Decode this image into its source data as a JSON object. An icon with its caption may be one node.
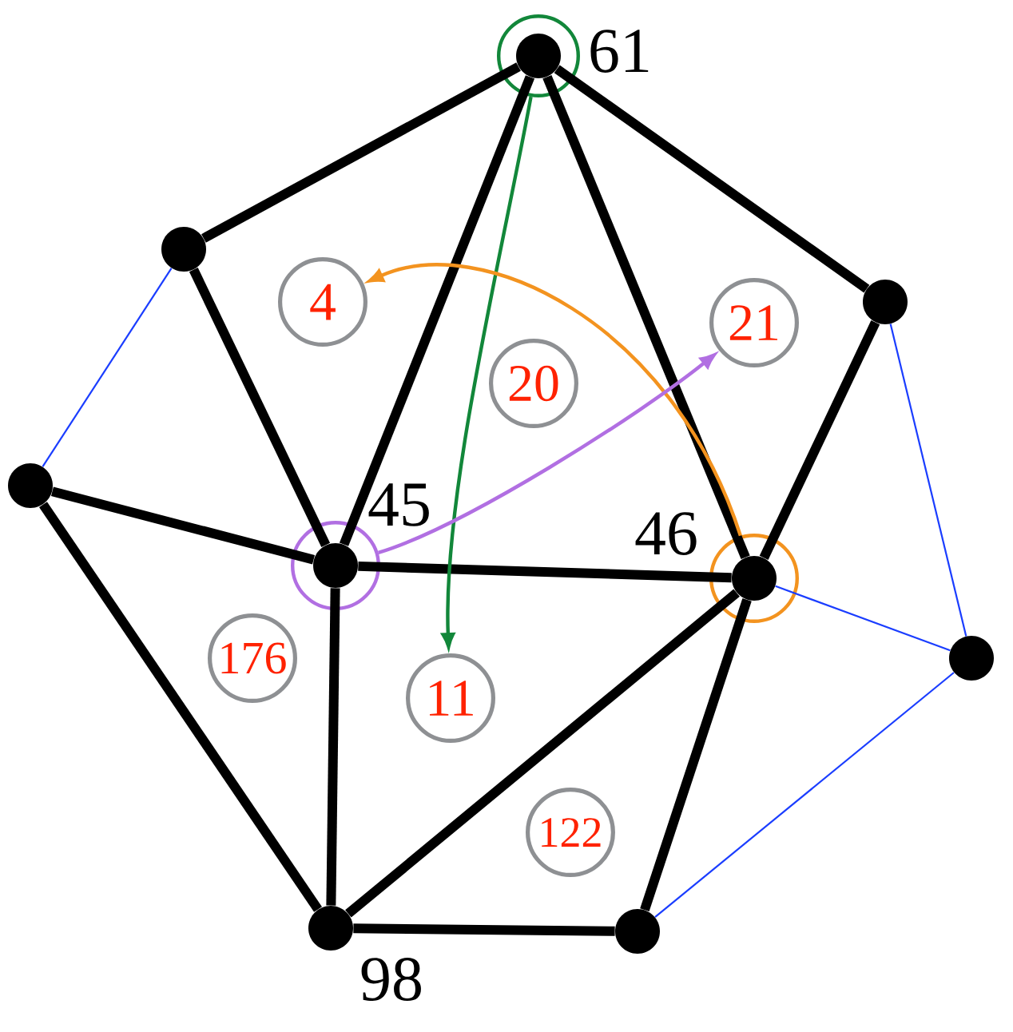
{
  "diagram": {
    "nodes": [
      {
        "text": [],
        "shape": "circle"
      },
      {
        "text": [],
        "shape": "circle",
        "in": 0,
        "beside": [
          "61"
        ]
      },
      {
        "text": [],
        "shape": "circle"
      },
      {
        "text": [
          "4"
        ]
      },
      {
        "text": [],
        "shape": "circle"
      },
      {
        "text": [
          "21"
        ]
      },
      {
        "text": [
          "20"
        ]
      },
      {
        "text": [],
        "shape": "circle"
      },
      {
        "text": [],
        "shape": "circle"
      },
      {
        "text": [],
        "shape": "circle",
        "in": 8,
        "beside": [
          "45"
        ]
      },
      {
        "text": [],
        "shape": "circle"
      },
      {
        "text": [],
        "shape": "circle",
        "in": 10,
        "beside": [
          "46"
        ]
      },
      {
        "text": [],
        "shape": "circle"
      },
      {
        "text": [
          "176"
        ]
      },
      {
        "text": [
          "11"
        ]
      },
      {
        "text": [
          "122"
        ]
      },
      {
        "text": [],
        "shape": "circle",
        "beside": [
          "98"
        ]
      },
      {
        "text": [],
        "shape": "circle"
      }
    ],
    "edges": [
      {
        "from": 1,
        "to": 2,
        "arrow": "none"
      },
      {
        "from": 1,
        "to": 9,
        "arrow": "none"
      },
      {
        "from": 1,
        "to": 11,
        "arrow": "none"
      },
      {
        "from": 1,
        "to": 4,
        "arrow": "none"
      },
      {
        "from": 2,
        "to": 9,
        "arrow": "none"
      },
      {
        "from": 7,
        "to": 9,
        "arrow": "none"
      },
      {
        "from": 7,
        "to": 16,
        "arrow": "none"
      },
      {
        "from": 9,
        "to": 11,
        "arrow": "none"
      },
      {
        "from": 9,
        "to": 16,
        "arrow": "none"
      },
      {
        "from": 4,
        "to": 11,
        "arrow": "none"
      },
      {
        "from": 11,
        "to": 16,
        "arrow": "none"
      },
      {
        "from": 11,
        "to": 17,
        "arrow": "none"
      },
      {
        "from": 16,
        "to": 17,
        "arrow": "none"
      },
      {
        "from": 2,
        "to": 7,
        "arrow": "none",
        "color": "#1a3dff"
      },
      {
        "from": 4,
        "to": 12,
        "arrow": "none",
        "color": "#1a3dff"
      },
      {
        "from": 11,
        "to": 12,
        "arrow": "none",
        "color": "#1a3dff"
      },
      {
        "from": 12,
        "to": 17,
        "arrow": "none",
        "color": "#1a3dff"
      },
      {
        "from": 0,
        "to": 14,
        "arrow": "to",
        "color": "#12873a"
      },
      {
        "from": 10,
        "to": 3,
        "arrow": "to",
        "color": "#f3931f"
      },
      {
        "from": 8,
        "to": 5,
        "arrow": "to",
        "color": "#b16fe2"
      }
    ]
  }
}
